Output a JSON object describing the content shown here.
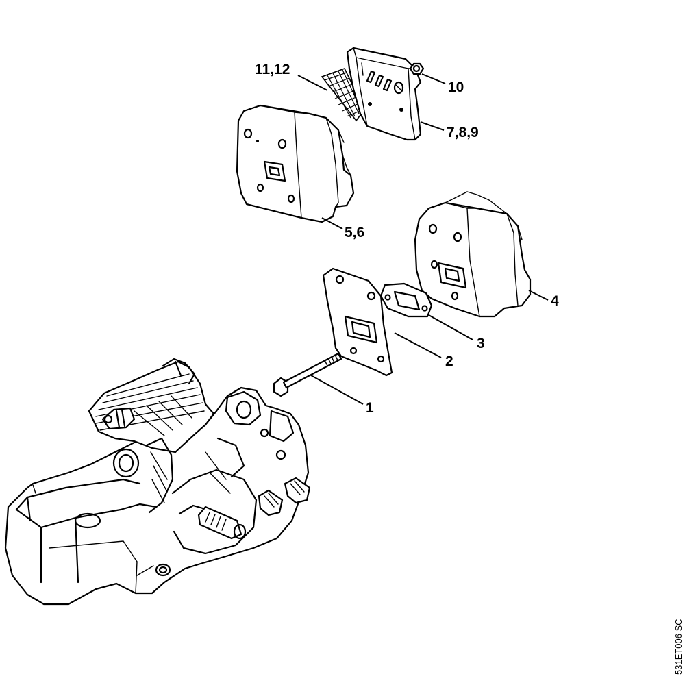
{
  "diagram": {
    "callouts": {
      "c1": "1",
      "c2": "2",
      "c3": "3",
      "c4": "4",
      "c56": "5,6",
      "c789": "7,8,9",
      "c10": "10",
      "c1112": "11,12"
    },
    "reference_code": "531ET006 SC"
  }
}
